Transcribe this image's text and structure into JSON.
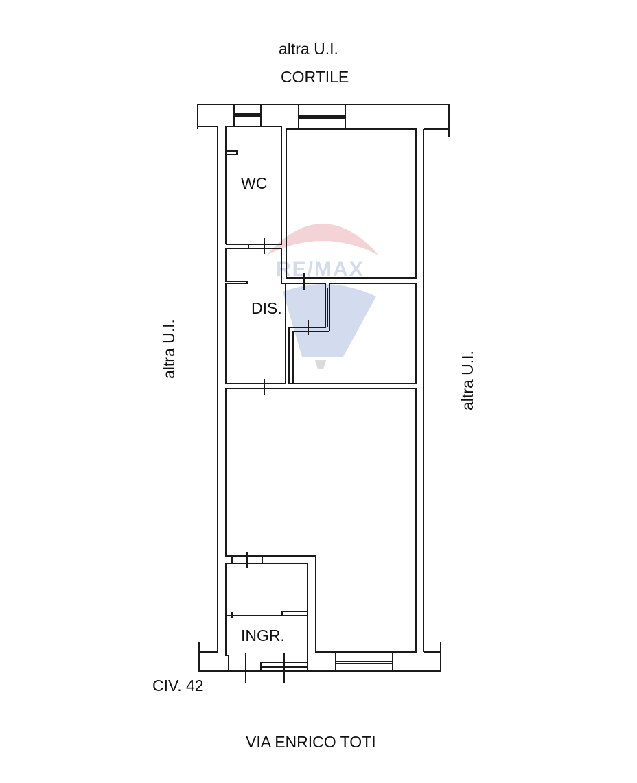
{
  "labels": {
    "top_neighbor": "altra U.I.",
    "courtyard": "CORTILE",
    "left_neighbor": "altra U.I.",
    "right_neighbor": "altra U.I.",
    "street": "VIA ENRICO TOTI",
    "civic_number": "CIV. 42"
  },
  "rooms": {
    "wc": "WC",
    "dis": "DIS.",
    "ingr": "INGR."
  },
  "watermark": {
    "brand": "RE/MAX",
    "colors": {
      "red": "#e8a0a8",
      "blue": "#9fb3dc"
    }
  },
  "colors": {
    "line": "#1a1a1a",
    "background": "#ffffff"
  }
}
